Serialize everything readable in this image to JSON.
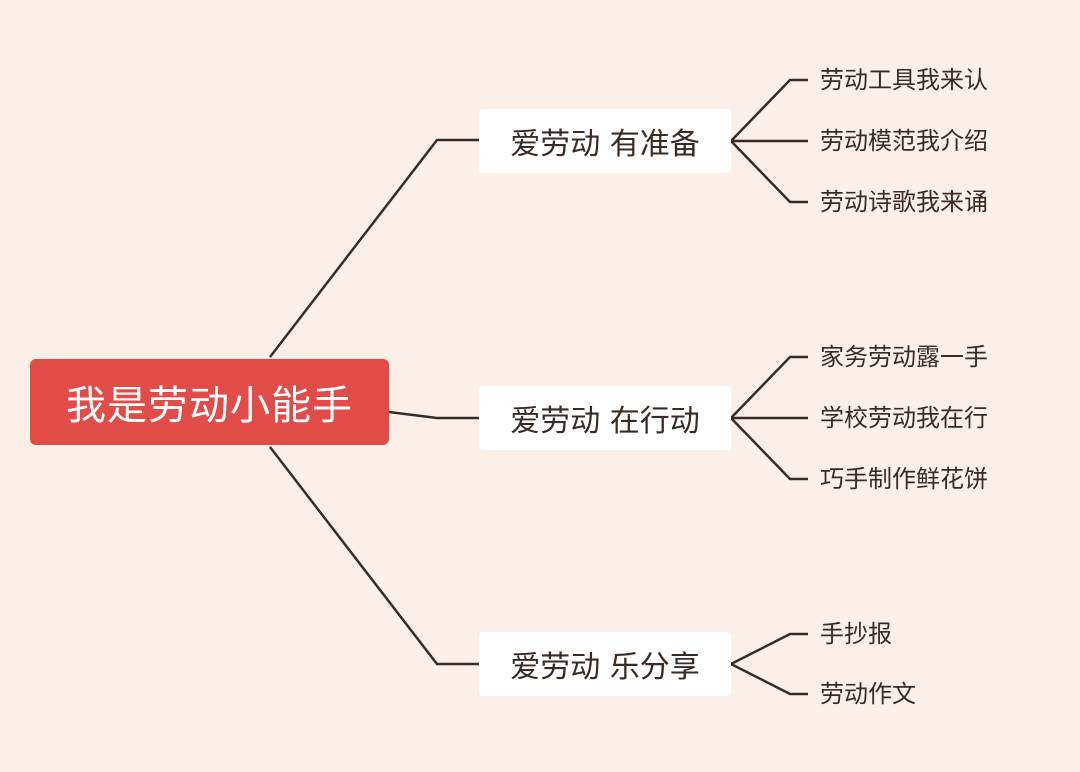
{
  "colors": {
    "background": "#fcefe7",
    "root_fill": "#e14b48",
    "line": "#3c2a24",
    "node_fill": "#ffffff"
  },
  "root": {
    "label": "我是劳动小能手"
  },
  "branches": [
    {
      "label": "爱劳动 有准备",
      "children": [
        "劳动工具我来认",
        "劳动模范我介绍",
        "劳动诗歌我来诵"
      ]
    },
    {
      "label": "爱劳动 在行动",
      "children": [
        "家务劳动露一手",
        "学校劳动我在行",
        "巧手制作鲜花饼"
      ]
    },
    {
      "label": "爱劳动 乐分享",
      "children": [
        "手抄报",
        "劳动作文"
      ]
    }
  ]
}
